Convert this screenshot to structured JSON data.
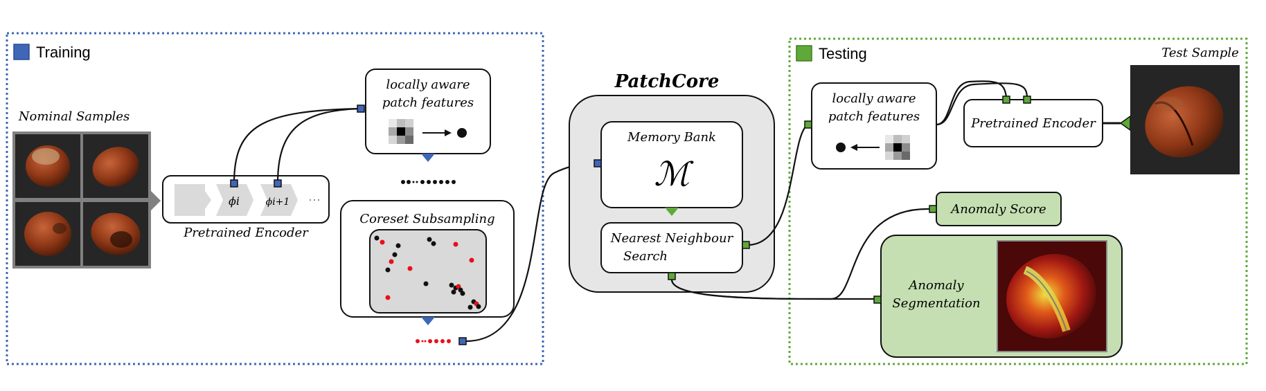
{
  "colors": {
    "training_accent": "#3f67b8",
    "testing_accent": "#5fa83a",
    "anomaly_fill": "#c5dfb2",
    "panel_fill": "#e6e6e6",
    "coreset_red": "#e8111b"
  },
  "training": {
    "label": "Training",
    "nominal_samples_title": "Nominal Samples",
    "pretrained_encoder_label": "Pretrained Encoder",
    "phi_i": "ϕi",
    "phi_i_plus_1": "ϕi+1",
    "more_dots": "···",
    "patch_features_line1": "locally aware",
    "patch_features_line2": "patch features",
    "coreset_label": "Coreset Subsampling"
  },
  "patchcore": {
    "title": "PatchCore",
    "memory_bank_label": "Memory Bank",
    "memory_bank_symbol": "ℳ",
    "nn_search_line1": "Nearest Neighbour",
    "nn_search_line2": "Search"
  },
  "testing": {
    "label": "Testing",
    "test_sample_title": "Test Sample",
    "patch_features_line1": "locally aware",
    "patch_features_line2": "patch features",
    "pretrained_encoder_label": "Pretrained Encoder",
    "anomaly_score_label": "Anomaly Score",
    "anomaly_segmentation_line1": "Anomaly",
    "anomaly_segmentation_line2": "Segmentation"
  },
  "icons": [
    "hazelnut-image-icon",
    "arrow-icon",
    "feature-grid-icon",
    "dot-icon",
    "connector-port-icon",
    "down-triangle-icon"
  ]
}
